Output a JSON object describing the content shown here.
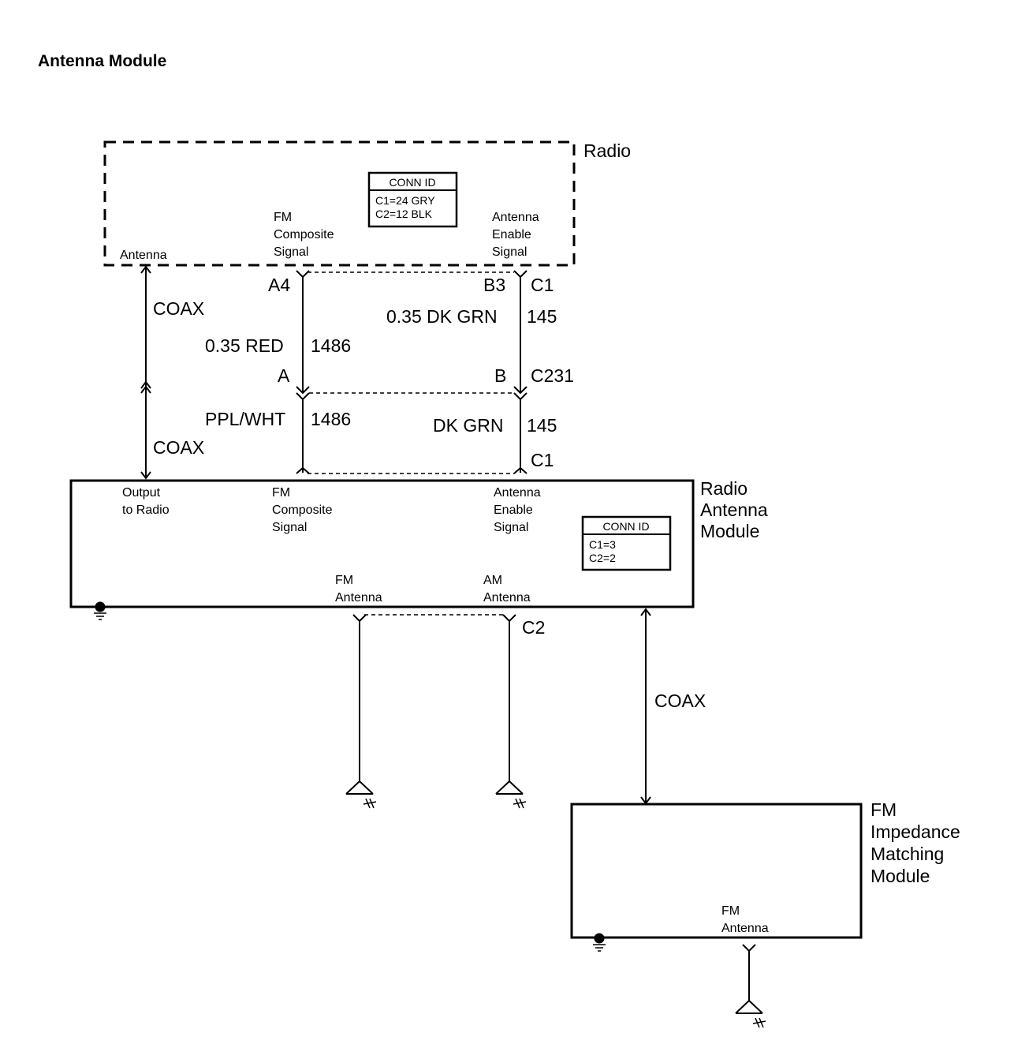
{
  "title": "Antenna Module",
  "radio": {
    "name": "Radio",
    "conn_id_header": "CONN ID",
    "conn_id_lines": [
      "C1=24 GRY",
      "C2=12 BLK"
    ],
    "antenna_label": "Antenna",
    "fm_signal_label": [
      "FM",
      "Composite",
      "Signal"
    ],
    "enable_label": [
      "Antenna",
      "Enable",
      "Signal"
    ],
    "pin_a4": "A4",
    "pin_b3": "B3",
    "conn_c1": "C1"
  },
  "wires": {
    "coax_upper": "COAX",
    "coax_lower": "COAX",
    "coax_fm": "COAX",
    "red_color": "0.35 RED",
    "red_circuit": "1486",
    "grn_color": "0.35 DK GRN",
    "grn_circuit": "145",
    "ppl_color": "PPL/WHT",
    "ppl_circuit": "1486",
    "dkgrn_color": "DK GRN",
    "dkgrn_circuit": "145"
  },
  "inline_connector": {
    "pin_a": "A",
    "pin_b": "B",
    "name": "C231"
  },
  "antenna_module": {
    "name": [
      "Radio",
      "Antenna",
      "Module"
    ],
    "conn_c1": "C1",
    "output_label": [
      "Output",
      "to Radio"
    ],
    "fm_signal_label": [
      "FM",
      "Composite",
      "Signal"
    ],
    "enable_label": [
      "Antenna",
      "Enable",
      "Signal"
    ],
    "conn_id_header": "CONN ID",
    "conn_id_lines": [
      "C1=3",
      "C2=2"
    ],
    "fm_antenna_label": [
      "FM",
      "Antenna"
    ],
    "am_antenna_label": [
      "AM",
      "Antenna"
    ],
    "conn_c2": "C2"
  },
  "impedance_module": {
    "name": [
      "FM",
      "Impedance",
      "Matching",
      "Module"
    ],
    "fm_antenna_label": [
      "FM",
      "Antenna"
    ]
  }
}
